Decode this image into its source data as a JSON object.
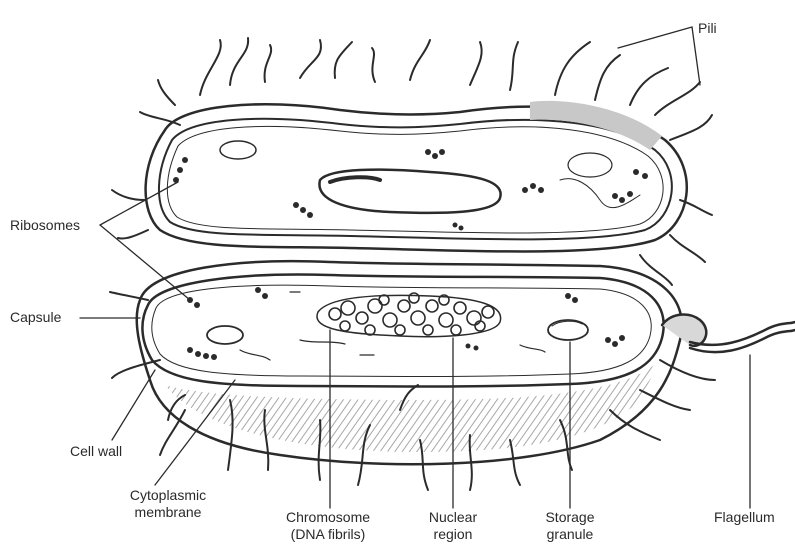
{
  "diagram": {
    "labels": {
      "pili": "Pili",
      "ribosomes": "Ribosomes",
      "capsule": "Capsule",
      "cell_wall": "Cell wall",
      "cytoplasmic_membrane_line1": "Cytoplasmic",
      "cytoplasmic_membrane_line2": "membrane",
      "chromosome_line1": "Chromosome",
      "chromosome_line2": "(DNA fibrils)",
      "nuclear_region_line1": "Nuclear",
      "nuclear_region_line2": "region",
      "storage_granule_line1": "Storage",
      "storage_granule_line2": "granule",
      "flagellum": "Flagellum"
    },
    "colors": {
      "ink": "#2b2b2b",
      "shade": "#9a9a9a",
      "paper": "#ffffff"
    }
  }
}
